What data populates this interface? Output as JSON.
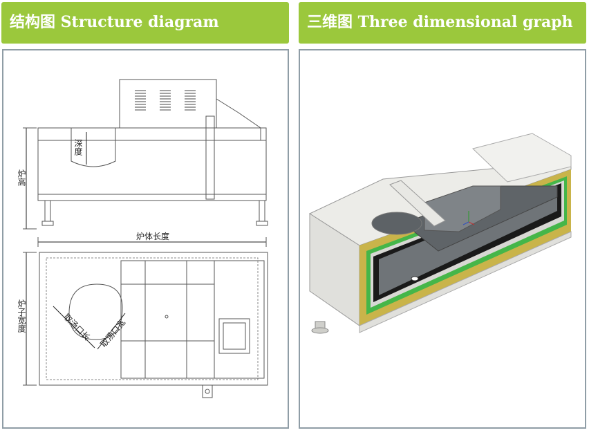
{
  "left_panel": {
    "header_title": "结构图 Structure diagram",
    "labels": {
      "depth": "深度",
      "furnace_height": "炉高",
      "furnace_body_length": "炉体长度",
      "furnace_width": "炉子宽度",
      "ladle_opening_length": "取汤口长",
      "ladle_opening_width": "取汤口宽"
    }
  },
  "right_panel": {
    "header_title": "三维图 Three dimensional graph"
  },
  "colors": {
    "header_green": "#9bc83c",
    "panel_border": "#8f9da6",
    "lining_yellow": "#c9b44a",
    "lining_green": "#45b649",
    "lining_black": "#1a1a1a",
    "cavity_gray": "#6f7478",
    "casing_light": "#e6e6e2"
  }
}
